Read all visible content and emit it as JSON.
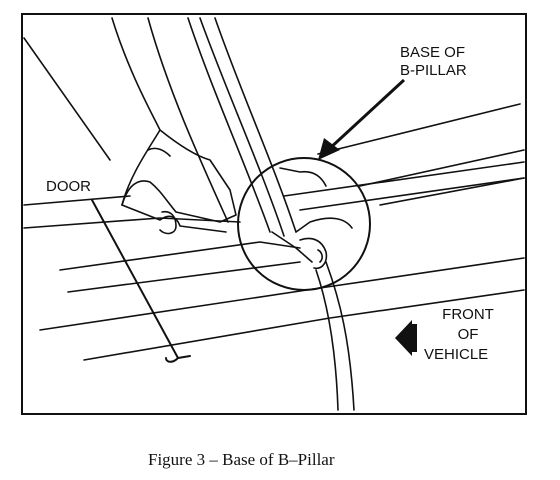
{
  "labels": {
    "base_of_b_pillar_line1": "BASE OF",
    "base_of_b_pillar_line2": "B-PILLAR",
    "door": "DOOR",
    "front_of_vehicle_line1": "FRONT",
    "front_of_vehicle_line2": "OF",
    "front_of_vehicle_line3": "VEHICLE"
  },
  "caption": "Figure 3 – Base of B–Pillar",
  "colors": {
    "ink": "#111111",
    "background": "#ffffff"
  }
}
